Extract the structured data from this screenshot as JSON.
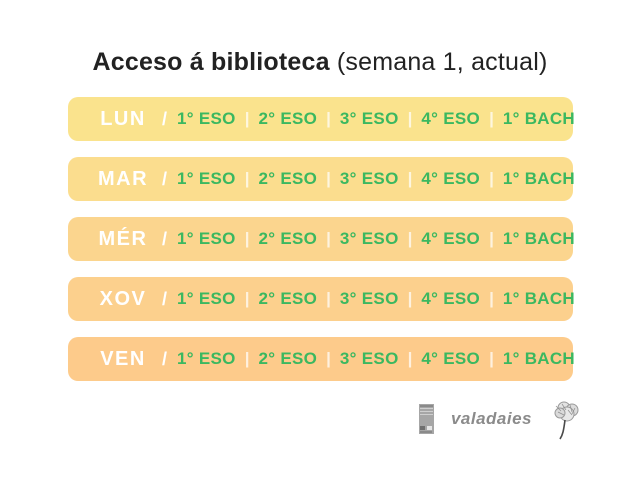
{
  "title": {
    "bold": "Acceso á biblioteca",
    "regular": " (semana 1, actual)"
  },
  "schedule": {
    "day_separator": "/",
    "slot_separator": "|",
    "days": [
      {
        "label": "LUN",
        "bg": "#FAE38D",
        "slots": [
          "1° ESO",
          "2° ESO",
          "3° ESO",
          "4° ESO",
          "1° BACH"
        ]
      },
      {
        "label": "MAR",
        "bg": "#FBDD8E",
        "slots": [
          "1° ESO",
          "2° ESO",
          "3° ESO",
          "4° ESO",
          "1° BACH"
        ]
      },
      {
        "label": "MÉR",
        "bg": "#FBD58E",
        "slots": [
          "1° ESO",
          "2° ESO",
          "3° ESO",
          "4° ESO",
          "1° BACH"
        ]
      },
      {
        "label": "XOV",
        "bg": "#FCD08D",
        "slots": [
          "1° ESO",
          "2° ESO",
          "3° ESO",
          "4° ESO",
          "1° BACH"
        ]
      },
      {
        "label": "VEN",
        "bg": "#FDCB8B",
        "slots": [
          "1° ESO",
          "2° ESO",
          "3° ESO",
          "4° ESO",
          "1° BACH"
        ]
      }
    ]
  },
  "footer": {
    "brand": "valadaies",
    "icons": [
      "library-building-icon",
      "tree-icon"
    ]
  },
  "colors": {
    "title_text": "#222222",
    "day_text": "#FFFFFF",
    "slot_text": "#3BB860",
    "row_yellow": "#FAE38D",
    "row_orange": "#FDCB8B",
    "brand_text": "#8B8B8B"
  }
}
